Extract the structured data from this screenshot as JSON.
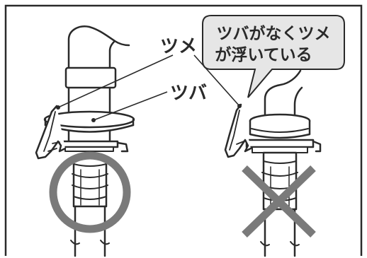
{
  "labels": {
    "tsume": "ツメ",
    "tsuba": "ツバ",
    "callout_line1": "ツバがなくツメ",
    "callout_line2": "が浮いている"
  },
  "marks": {
    "correct": "circle",
    "incorrect": "cross"
  },
  "colors": {
    "frame": "#2a2a2a",
    "line": "#2a2a2a",
    "mark": "#7a7a7a",
    "callout_fill": "#e6e6e6"
  }
}
